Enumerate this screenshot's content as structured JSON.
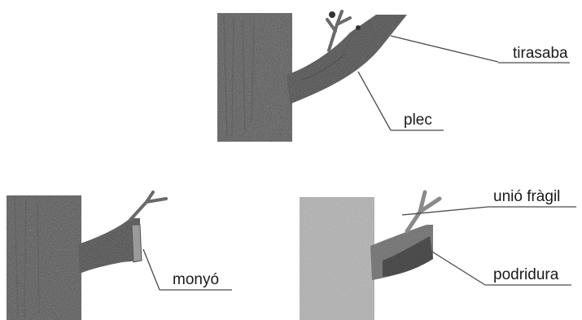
{
  "labels": {
    "tirasaba": "tirasaba",
    "plec": "plec",
    "monyo": "monyó",
    "unio_fragil": "unió fràgil",
    "podridura": "podridura"
  },
  "colors": {
    "trunk": "#8c8c8c",
    "trunk_dark": "#6e6e6e",
    "branch": "#7d7d7d",
    "rot": "#4f4f4f",
    "leader_line": "#4a4a4a",
    "text": "#1a1a1a"
  }
}
